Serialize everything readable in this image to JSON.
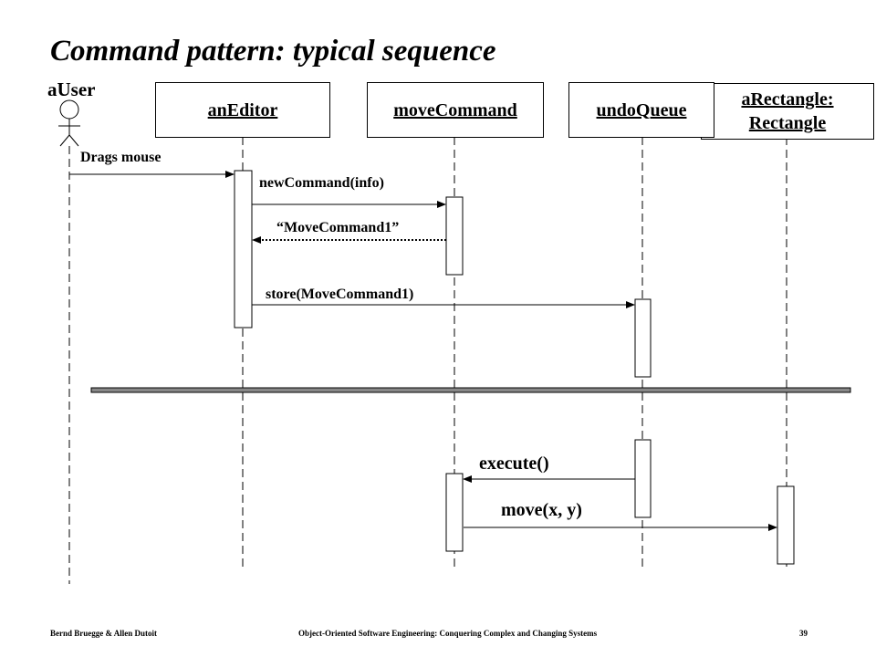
{
  "title": "Command pattern: typical sequence",
  "actor": {
    "name": "aUser"
  },
  "objects": {
    "editor": "anEditor",
    "command": "moveCommand",
    "queue": "undoQueue",
    "rect_line1": "aRectangle:",
    "rect_line2": "Rectangle"
  },
  "messages": {
    "drags": "Drags mouse",
    "new_command": "newCommand(info)",
    "return_value": "“MoveCommand1”",
    "store": "store(MoveCommand1)",
    "execute": "execute()",
    "move": "move(x, y)"
  },
  "footer": {
    "authors": "Bernd Bruegge & Allen Dutoit",
    "book": "Object-Oriented Software Engineering: Conquering Complex and Changing Systems",
    "page": "39"
  }
}
